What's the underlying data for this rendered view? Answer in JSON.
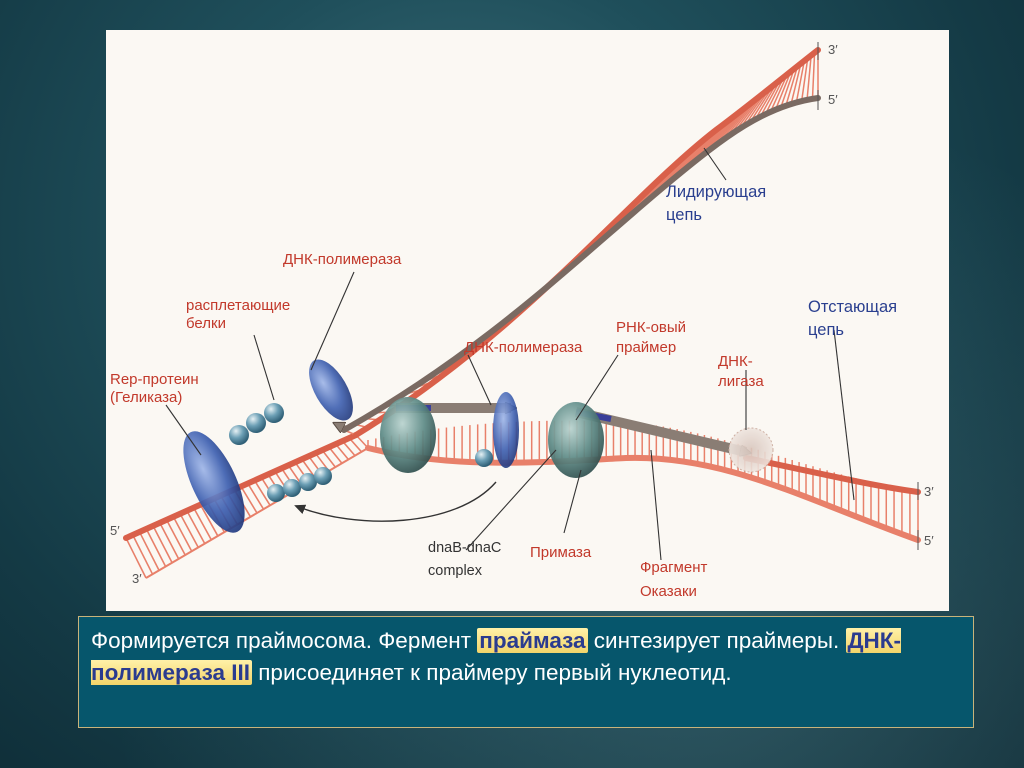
{
  "labels": {
    "leading_strand": [
      "Лидирующая",
      "цепь"
    ],
    "lagging_strand": [
      "Отстающая",
      "цепь"
    ],
    "dna_polymerase_top": "ДНК-полимераза",
    "dna_polymerase_mid": "ДНК-полимераза",
    "unwinding_proteins": [
      "расплетающие",
      "белки"
    ],
    "rep_protein": [
      "Rep-протеин",
      "(Геликаза)"
    ],
    "rna_primer": [
      "РНК-овый",
      "праймер"
    ],
    "dna_ligase": [
      "ДНК-",
      "лигаза"
    ],
    "dnab_complex": [
      "dnaB-dnaC",
      "complex"
    ],
    "primase": "Примаза",
    "okazaki_fragment": [
      "Фрагмент",
      "Оказаки"
    ]
  },
  "strand_ends": {
    "top_3": "3′",
    "top_5": "5′",
    "right_3": "3′",
    "right_5": "5′",
    "left_5": "5′",
    "left_3": "3′"
  },
  "caption": {
    "part1": "Формируется праймосома. Фермент ",
    "highlight1": "праймаза",
    "part2": " синтезирует праймеры. ",
    "highlight2": "ДНК-полимераза III",
    "part3": " присоединяет к праймеру первый нуклеотид."
  },
  "colors": {
    "strand": "#e8806a",
    "backbone": "#d9604a",
    "dark_strand": "#7a6a62",
    "protein_blue": "#3a5aa8",
    "protein_teal": "#4f7a78",
    "label_blue": "#2a3f8f",
    "label_red": "#c2392b",
    "caption_bg": "#06566c",
    "highlight_text": "#2a3b8f"
  }
}
